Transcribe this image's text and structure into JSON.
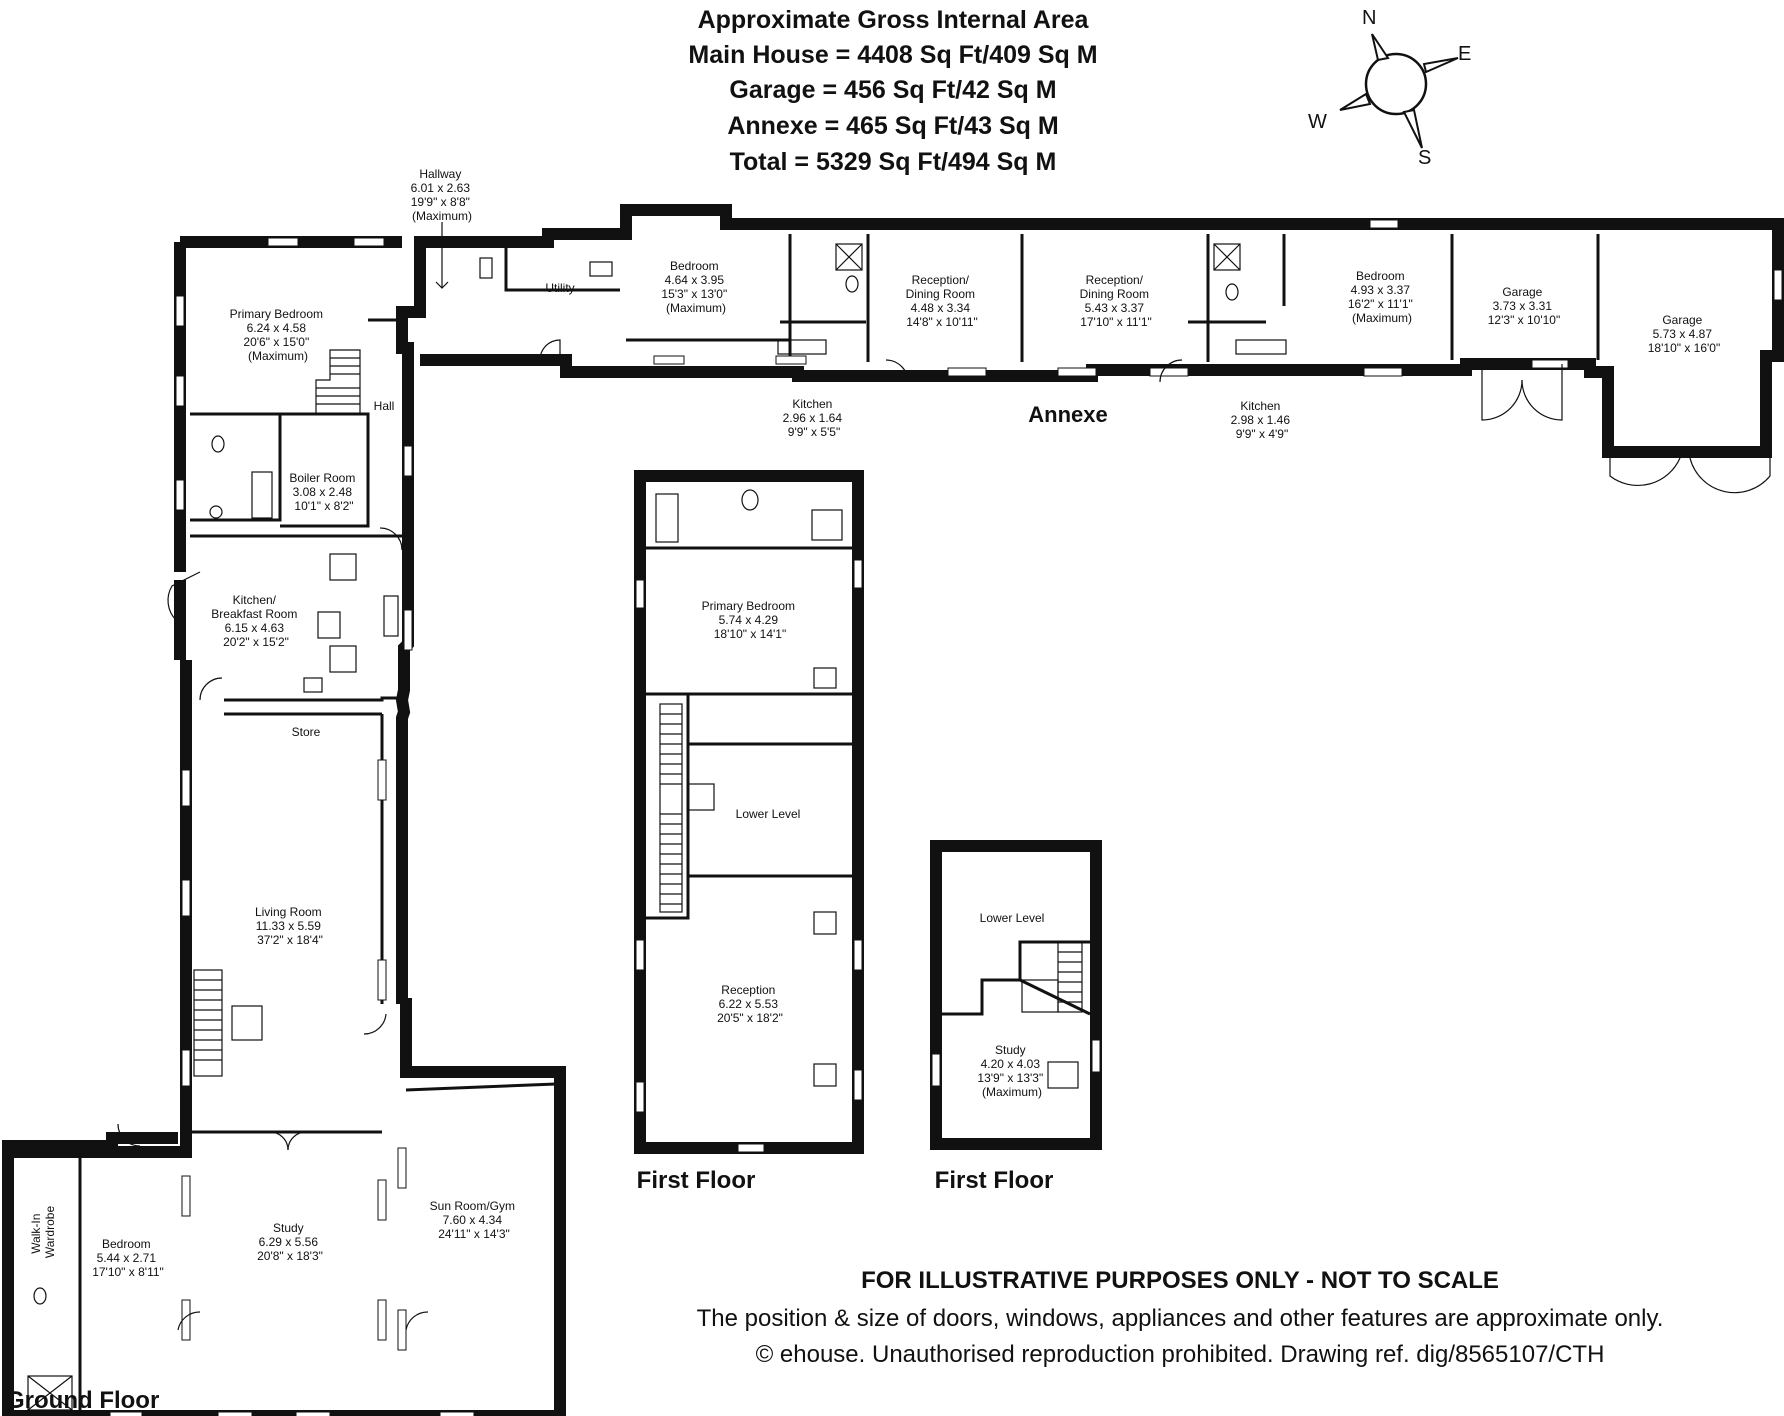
{
  "header": {
    "area_title": "Approximate Gross Internal Area",
    "main_house": "Main House = 4408 Sq Ft/409 Sq M",
    "garage": "Garage = 456 Sq Ft/42 Sq M",
    "annexe": "Annexe = 465 Sq Ft/43 Sq M",
    "total": "Total = 5329 Sq Ft/494 Sq M"
  },
  "compass": {
    "n": "N",
    "e": "E",
    "s": "S",
    "w": "W"
  },
  "rooms": {
    "hallway": [
      "Hallway",
      "6.01 x 2.63",
      "19'9\" x 8'8\"",
      "(Maximum)"
    ],
    "primary_bed_gf": [
      "Primary Bedroom",
      "6.24 x 4.58",
      "20'6\" x 15'0\"",
      "(Maximum)"
    ],
    "utility": [
      "Utility"
    ],
    "hall": [
      "Hall"
    ],
    "boiler": [
      "Boiler Room",
      "3.08 x 2.48",
      "10'1\" x 8'2\""
    ],
    "kitchen_breakfast": [
      "Kitchen/",
      "Breakfast Room",
      "6.15 x 4.63",
      "20'2\" x 15'2\""
    ],
    "store": [
      "Store"
    ],
    "living": [
      "Living Room",
      "11.33 x 5.59",
      "37'2\" x 18'4\""
    ],
    "study_gf": [
      "Study",
      "6.29 x 5.56",
      "20'8\" x 18'3\""
    ],
    "sunroom": [
      "Sun Room/Gym",
      "7.60 x 4.34",
      "24'11\" x 14'3\""
    ],
    "bedroom_gf": [
      "Bedroom",
      "5.44 x 2.71",
      "17'10\" x 8'11\""
    ],
    "walkin": [
      "Walk-In",
      "Wardrobe"
    ],
    "annex_bed1": [
      "Bedroom",
      "4.64 x 3.95",
      "15'3\" x 13'0\"",
      "(Maximum)"
    ],
    "reception_dining1": [
      "Reception/",
      "Dining Room",
      "4.48 x 3.34",
      "14'8\" x 10'11\""
    ],
    "reception_dining2": [
      "Reception/",
      "Dining Room",
      "5.43 x 3.37",
      "17'10\" x 11'1\""
    ],
    "annex_bed2": [
      "Bedroom",
      "4.93 x 3.37",
      "16'2\" x 11'1\"",
      "(Maximum)"
    ],
    "kitchen1": [
      "Kitchen",
      "2.96 x 1.64",
      "9'9\" x 5'5\""
    ],
    "kitchen2": [
      "Kitchen",
      "2.98 x 1.46",
      "9'9\" x 4'9\""
    ],
    "garage1": [
      "Garage",
      "3.73 x 3.31",
      "12'3\" x 10'10\""
    ],
    "garage2": [
      "Garage",
      "5.73 x 4.87",
      "18'10\" x 16'0\""
    ],
    "ff_primary": [
      "Primary Bedroom",
      "5.74 x 4.29",
      "18'10\" x 14'1\""
    ],
    "ff_lower1": [
      "Lower Level"
    ],
    "ff_reception": [
      "Reception",
      "6.22 x 5.53",
      "20'5\" x 18'2\""
    ],
    "ff_lower2": [
      "Lower Level"
    ],
    "ff_study": [
      "Study",
      "4.20 x 4.03",
      "13'9\" x 13'3\"",
      "(Maximum)"
    ]
  },
  "labels": {
    "annexe": "Annexe",
    "ground_floor": "Ground Floor",
    "first_floor_1": "First Floor",
    "first_floor_2": "First Floor"
  },
  "disclaimer": {
    "headline": "FOR ILLUSTRATIVE PURPOSES ONLY - NOT TO SCALE",
    "line1": "The position & size of doors, windows, appliances and other features are approximate only.",
    "line2": "© ehouse. Unauthorised reproduction prohibited. Drawing ref. dig/8565107/CTH"
  }
}
